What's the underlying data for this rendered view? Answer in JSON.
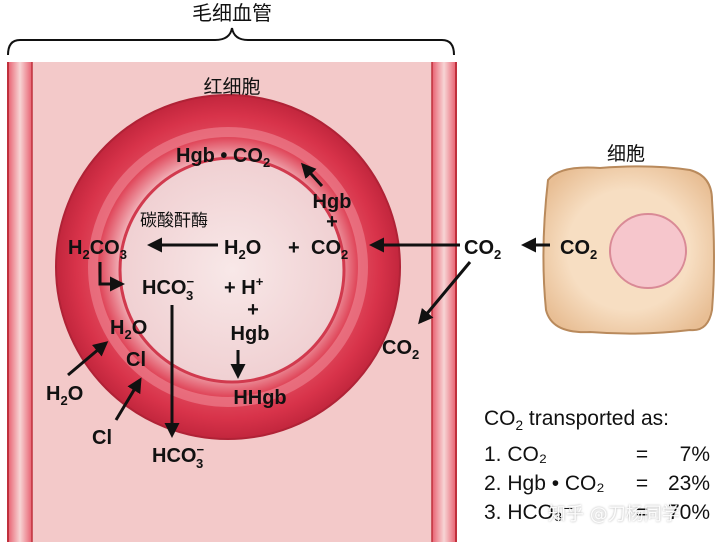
{
  "labels": {
    "capillary": "毛细血管",
    "rbc": "红细胞",
    "cell": "细胞",
    "enzyme": "碳酸酐酶"
  },
  "species": {
    "hgb_co2": "Hgb • CO",
    "hgb_top": "Hgb",
    "plus_top": "+",
    "co2_in_rbc": "CO",
    "h2o_center": "H",
    "plus_mid": "+",
    "h2co3": "H",
    "hco3_in": "HCO",
    "plus_h": "+ H",
    "plus_below_h": "+",
    "hgb_bottom": "Hgb",
    "hhgb": "HHgb",
    "h2o_in": "H",
    "cl_in": "Cl",
    "h2o_out": "H",
    "cl_out": "Cl",
    "hco3_out": "HCO",
    "co2_plasma": "CO",
    "co2_down": "CO",
    "co2_cell": "CO"
  },
  "legend": {
    "title_pre": "CO",
    "title_post": " transported as:",
    "rows": [
      {
        "label": "1. CO₂",
        "eq": "=",
        "pct": "7%"
      },
      {
        "label": "2. Hgb • CO₂",
        "eq": "=",
        "pct": "23%"
      },
      {
        "label": "3. HCO₃⁻",
        "eq": "=",
        "pct": "70%"
      }
    ]
  },
  "watermark": "知乎 @刀杨同学",
  "colors": {
    "vessel_fill": "#f3c8c8",
    "vessel_border": "#c0303c",
    "rbc_outer": "#d9374b",
    "rbc_inner": "#f5dede",
    "cell_fill": "#f6dcc0",
    "nucleus": "#f6c6cc"
  }
}
